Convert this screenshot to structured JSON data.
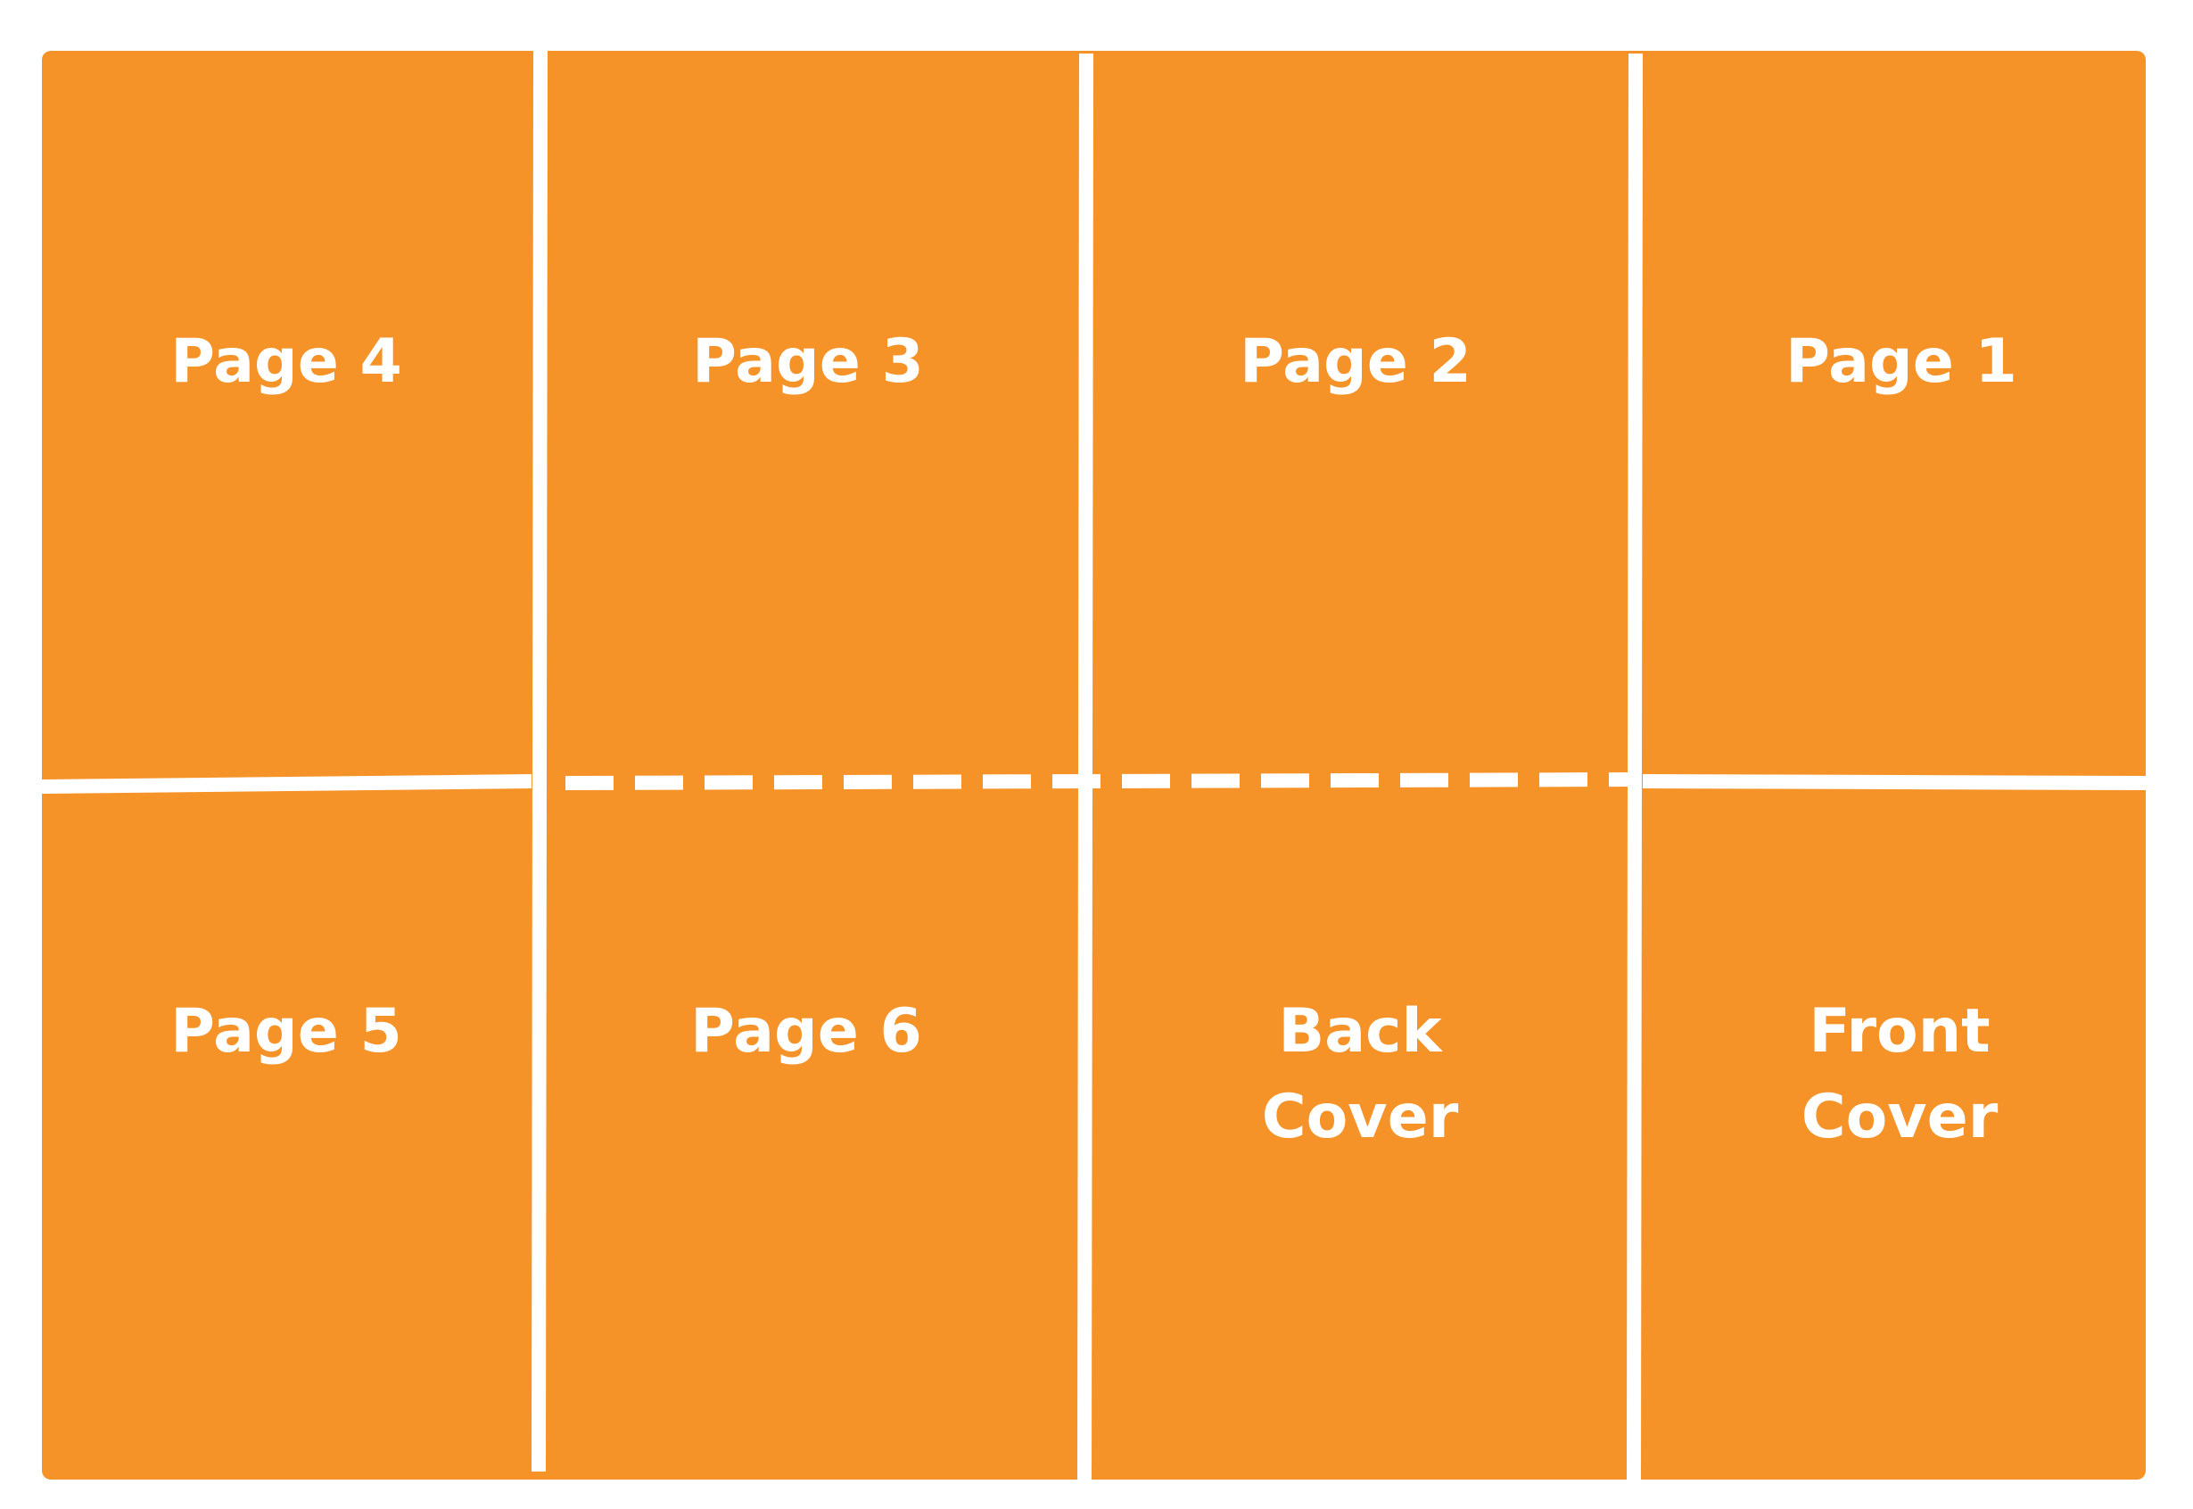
{
  "colors": {
    "sheet": "#F59328",
    "lines": "#FFFFFF",
    "background": "#FFFFFF"
  },
  "panels": {
    "page4": "Page 4",
    "page3": "Page 3",
    "page2": "Page 2",
    "page1": "Page 1",
    "page5": "Page 5",
    "page6": "Page 6",
    "back_cover": {
      "line1": "Back",
      "line2": "Cover"
    },
    "front_cover": {
      "line1": "Front",
      "line2": "Cover"
    }
  }
}
